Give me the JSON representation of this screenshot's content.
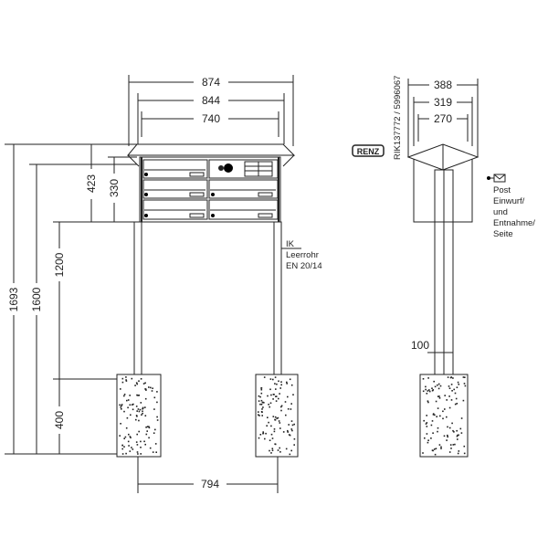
{
  "front_view": {
    "width_roof": "874",
    "width_box": "844",
    "width_inner": "740",
    "height_total": "1693",
    "height_box_top": "1600",
    "height_box_bottom": "1200",
    "height_foundation": "400",
    "height_with_roof": "423",
    "height_box": "330",
    "post_spacing": "794",
    "conduit_label": [
      "IK",
      "Leerrohr",
      "EN 20/14"
    ]
  },
  "side_view": {
    "depth_roof": "388",
    "depth_box": "319",
    "depth_inner": "270",
    "pole_width": "100",
    "article_number": "RIK137772 / 5996067",
    "logo": "RENZ",
    "note": [
      "Post",
      "Einwurf/",
      "und",
      "Entnahme/",
      "Seite"
    ]
  }
}
